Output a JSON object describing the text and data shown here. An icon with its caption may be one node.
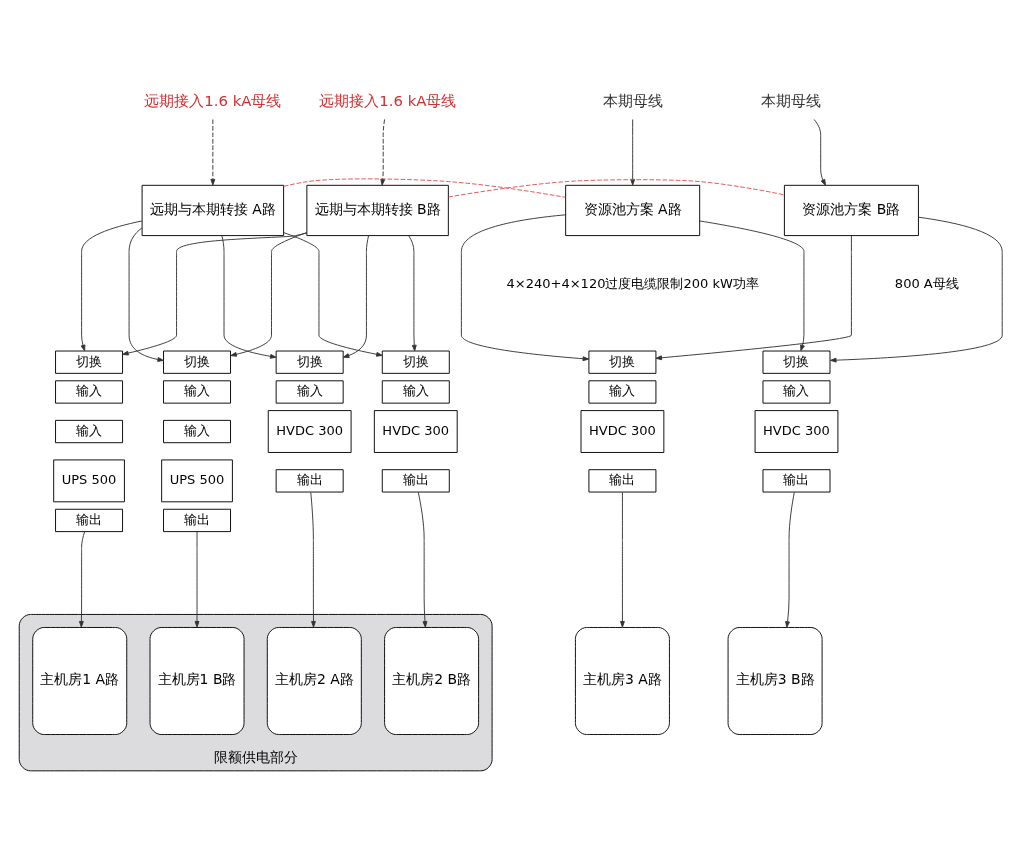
{
  "diagram": {
    "nodes": [
      {
        "text": [
          "远期接入1.6 kA母线"
        ]
      },
      {
        "text": [
          "远期接入1.6 kA母线"
        ]
      },
      {
        "text": [
          "本期母线"
        ]
      },
      {
        "text": [
          "本期母线"
        ]
      },
      {
        "text": [
          "远期与本期转接 A路"
        ]
      },
      {
        "text": [
          "远期与本期转接 B路"
        ]
      },
      {
        "text": [
          "资源池方案 A路"
        ]
      },
      {
        "text": [
          "资源池方案 B路"
        ]
      },
      {
        "text": [
          "切换"
        ]
      },
      {
        "text": [
          "输入"
        ]
      },
      {
        "text": [
          "输入"
        ]
      },
      {
        "text": [
          "UPS 500"
        ]
      },
      {
        "text": [
          "输出"
        ]
      },
      {
        "text": [
          "切换"
        ]
      },
      {
        "text": [
          "输入"
        ]
      },
      {
        "text": [
          "输入"
        ]
      },
      {
        "text": [
          "UPS 500"
        ]
      },
      {
        "text": [
          "输出"
        ]
      },
      {
        "text": [
          "切换"
        ]
      },
      {
        "text": [
          "输入"
        ]
      },
      {
        "text": [
          "HVDC 300"
        ]
      },
      {
        "text": [
          "输出"
        ]
      },
      {
        "text": [
          "切换"
        ]
      },
      {
        "text": [
          "输入"
        ]
      },
      {
        "text": [
          "HVDC 300"
        ]
      },
      {
        "text": [
          "输出"
        ]
      },
      {
        "text": [
          "切换"
        ]
      },
      {
        "text": [
          "输入"
        ]
      },
      {
        "text": [
          "HVDC 300"
        ]
      },
      {
        "text": [
          "输出"
        ]
      },
      {
        "text": [
          "切换"
        ]
      },
      {
        "text": [
          "输入"
        ]
      },
      {
        "text": [
          "HVDC 300"
        ]
      },
      {
        "text": [
          "输出"
        ]
      },
      {
        "text": [
          "限额供电部分"
        ]
      },
      {
        "text": [
          "主机房1 A路"
        ],
        "in": 34
      },
      {
        "text": [
          "主机房1 B路"
        ],
        "in": 34
      },
      {
        "text": [
          "主机房2 A路"
        ],
        "in": 34
      },
      {
        "text": [
          "主机房2 B路"
        ],
        "in": 34
      },
      {
        "text": [
          "主机房3 A路"
        ]
      },
      {
        "text": [
          "主机房3 B路"
        ]
      }
    ],
    "edges": [
      {
        "from": 0,
        "to": 4,
        "arrow": "to",
        "style": "dashed"
      },
      {
        "from": 1,
        "to": 5,
        "arrow": "to",
        "style": "dashed"
      },
      {
        "from": 2,
        "to": 6,
        "arrow": "to"
      },
      {
        "from": 3,
        "to": 7,
        "arrow": "to"
      },
      {
        "from": 4,
        "to": 6,
        "arrow": "none",
        "style": "dashed",
        "color": "#e05050"
      },
      {
        "from": 5,
        "to": 7,
        "arrow": "none",
        "style": "dashed",
        "color": "#e05050"
      },
      {
        "from": 4,
        "to": 8,
        "arrow": "to"
      },
      {
        "from": 4,
        "to": 13,
        "arrow": "to"
      },
      {
        "from": 4,
        "to": 18,
        "arrow": "to"
      },
      {
        "from": 4,
        "to": 22,
        "arrow": "to"
      },
      {
        "from": 5,
        "to": 8,
        "arrow": "to"
      },
      {
        "from": 5,
        "to": 13,
        "arrow": "to"
      },
      {
        "from": 5,
        "to": 18,
        "arrow": "to"
      },
      {
        "from": 5,
        "to": 22,
        "arrow": "to"
      },
      {
        "from": 6,
        "to": 26,
        "arrow": "to"
      },
      {
        "from": 6,
        "to": 30,
        "arrow": "to"
      },
      {
        "from": 7,
        "to": 26,
        "arrow": "to"
      },
      {
        "from": 7,
        "to": 30,
        "arrow": "to"
      },
      {
        "from": 12,
        "to": 35,
        "arrow": "to"
      },
      {
        "from": 17,
        "to": 36,
        "arrow": "to"
      },
      {
        "from": 21,
        "to": 37,
        "arrow": "to"
      },
      {
        "from": 25,
        "to": 38,
        "arrow": "to"
      },
      {
        "from": 29,
        "to": 39,
        "arrow": "to"
      },
      {
        "from": 33,
        "to": 40,
        "arrow": "to"
      }
    ],
    "labels": [
      "4×240+4×120过度电缆限制200 kW功率",
      "800 A母线"
    ]
  }
}
